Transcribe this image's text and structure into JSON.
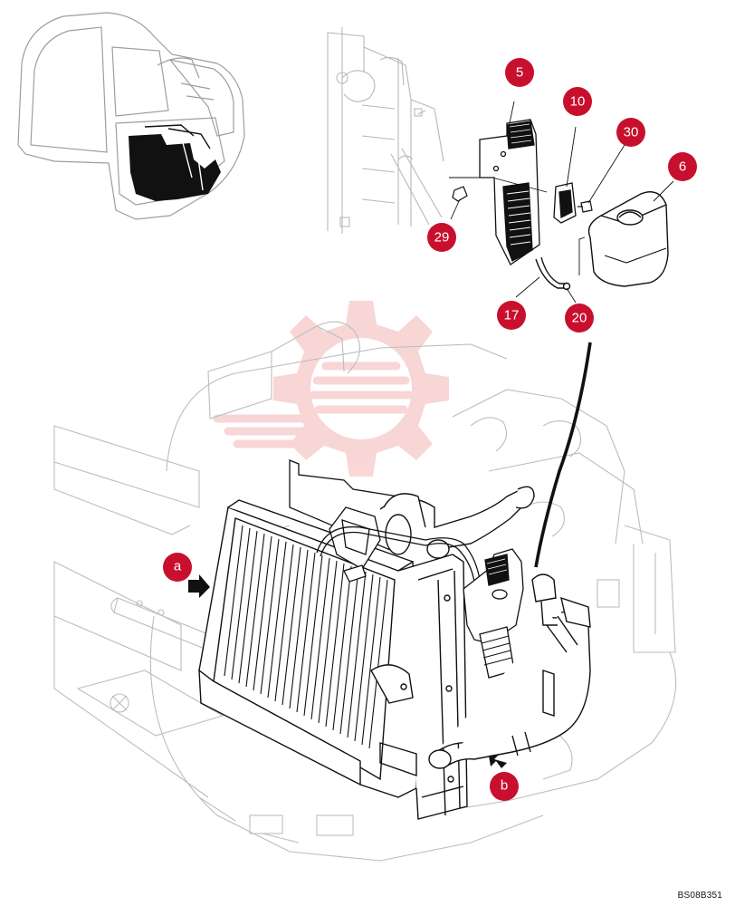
{
  "diagram": {
    "reference_code": "BS08B351",
    "callouts": [
      {
        "id": "callout-5",
        "label": "5"
      },
      {
        "id": "callout-10",
        "label": "10"
      },
      {
        "id": "callout-30",
        "label": "30"
      },
      {
        "id": "callout-6",
        "label": "6"
      },
      {
        "id": "callout-29",
        "label": "29"
      },
      {
        "id": "callout-17",
        "label": "17"
      },
      {
        "id": "callout-20",
        "label": "20"
      },
      {
        "id": "callout-a",
        "label": "a"
      },
      {
        "id": "callout-b",
        "label": "b"
      }
    ],
    "colors": {
      "callout_fill": "#c8102e",
      "watermark": "#f2b3b3",
      "line_dark": "#111111",
      "line_light": "#bdbdbd"
    }
  }
}
